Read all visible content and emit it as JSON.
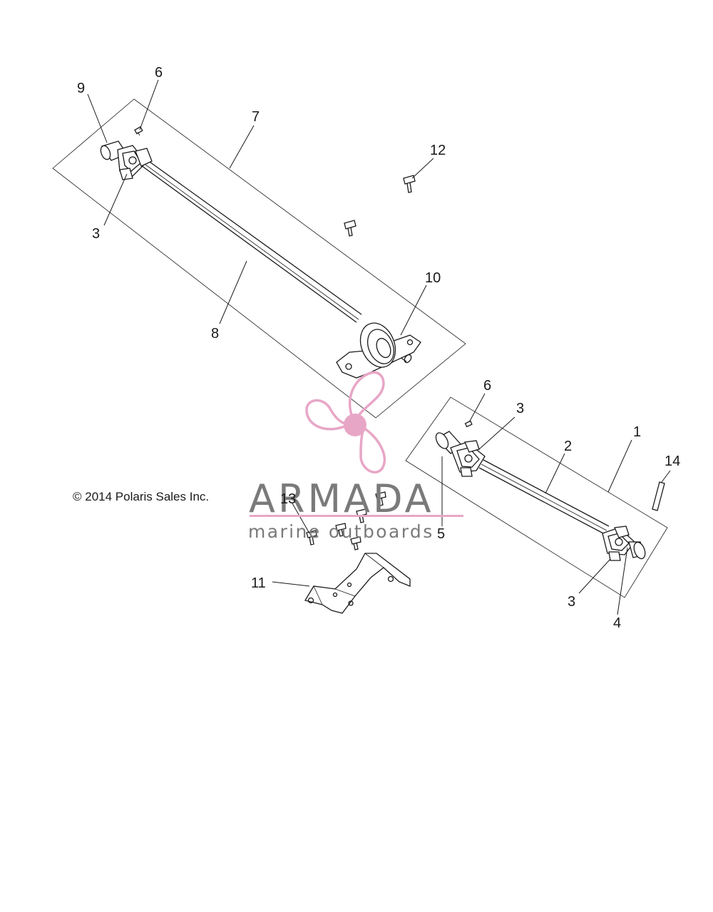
{
  "diagram": {
    "copyright": "© 2014 Polaris Sales Inc.",
    "callouts": {
      "c1": "1",
      "c2": "2",
      "c3a": "3",
      "c3b": "3",
      "c3c": "3",
      "c4": "4",
      "c5": "5",
      "c6a": "6",
      "c6b": "6",
      "c7": "7",
      "c8": "8",
      "c9": "9",
      "c10": "10",
      "c11": "11",
      "c12": "12",
      "c13": "13",
      "c14": "14"
    }
  },
  "watermark": {
    "brand": "ARMADA",
    "tagline": "marine outboards",
    "colors": {
      "accent": "#e8a6c6",
      "text": "#7a7a7a"
    }
  }
}
